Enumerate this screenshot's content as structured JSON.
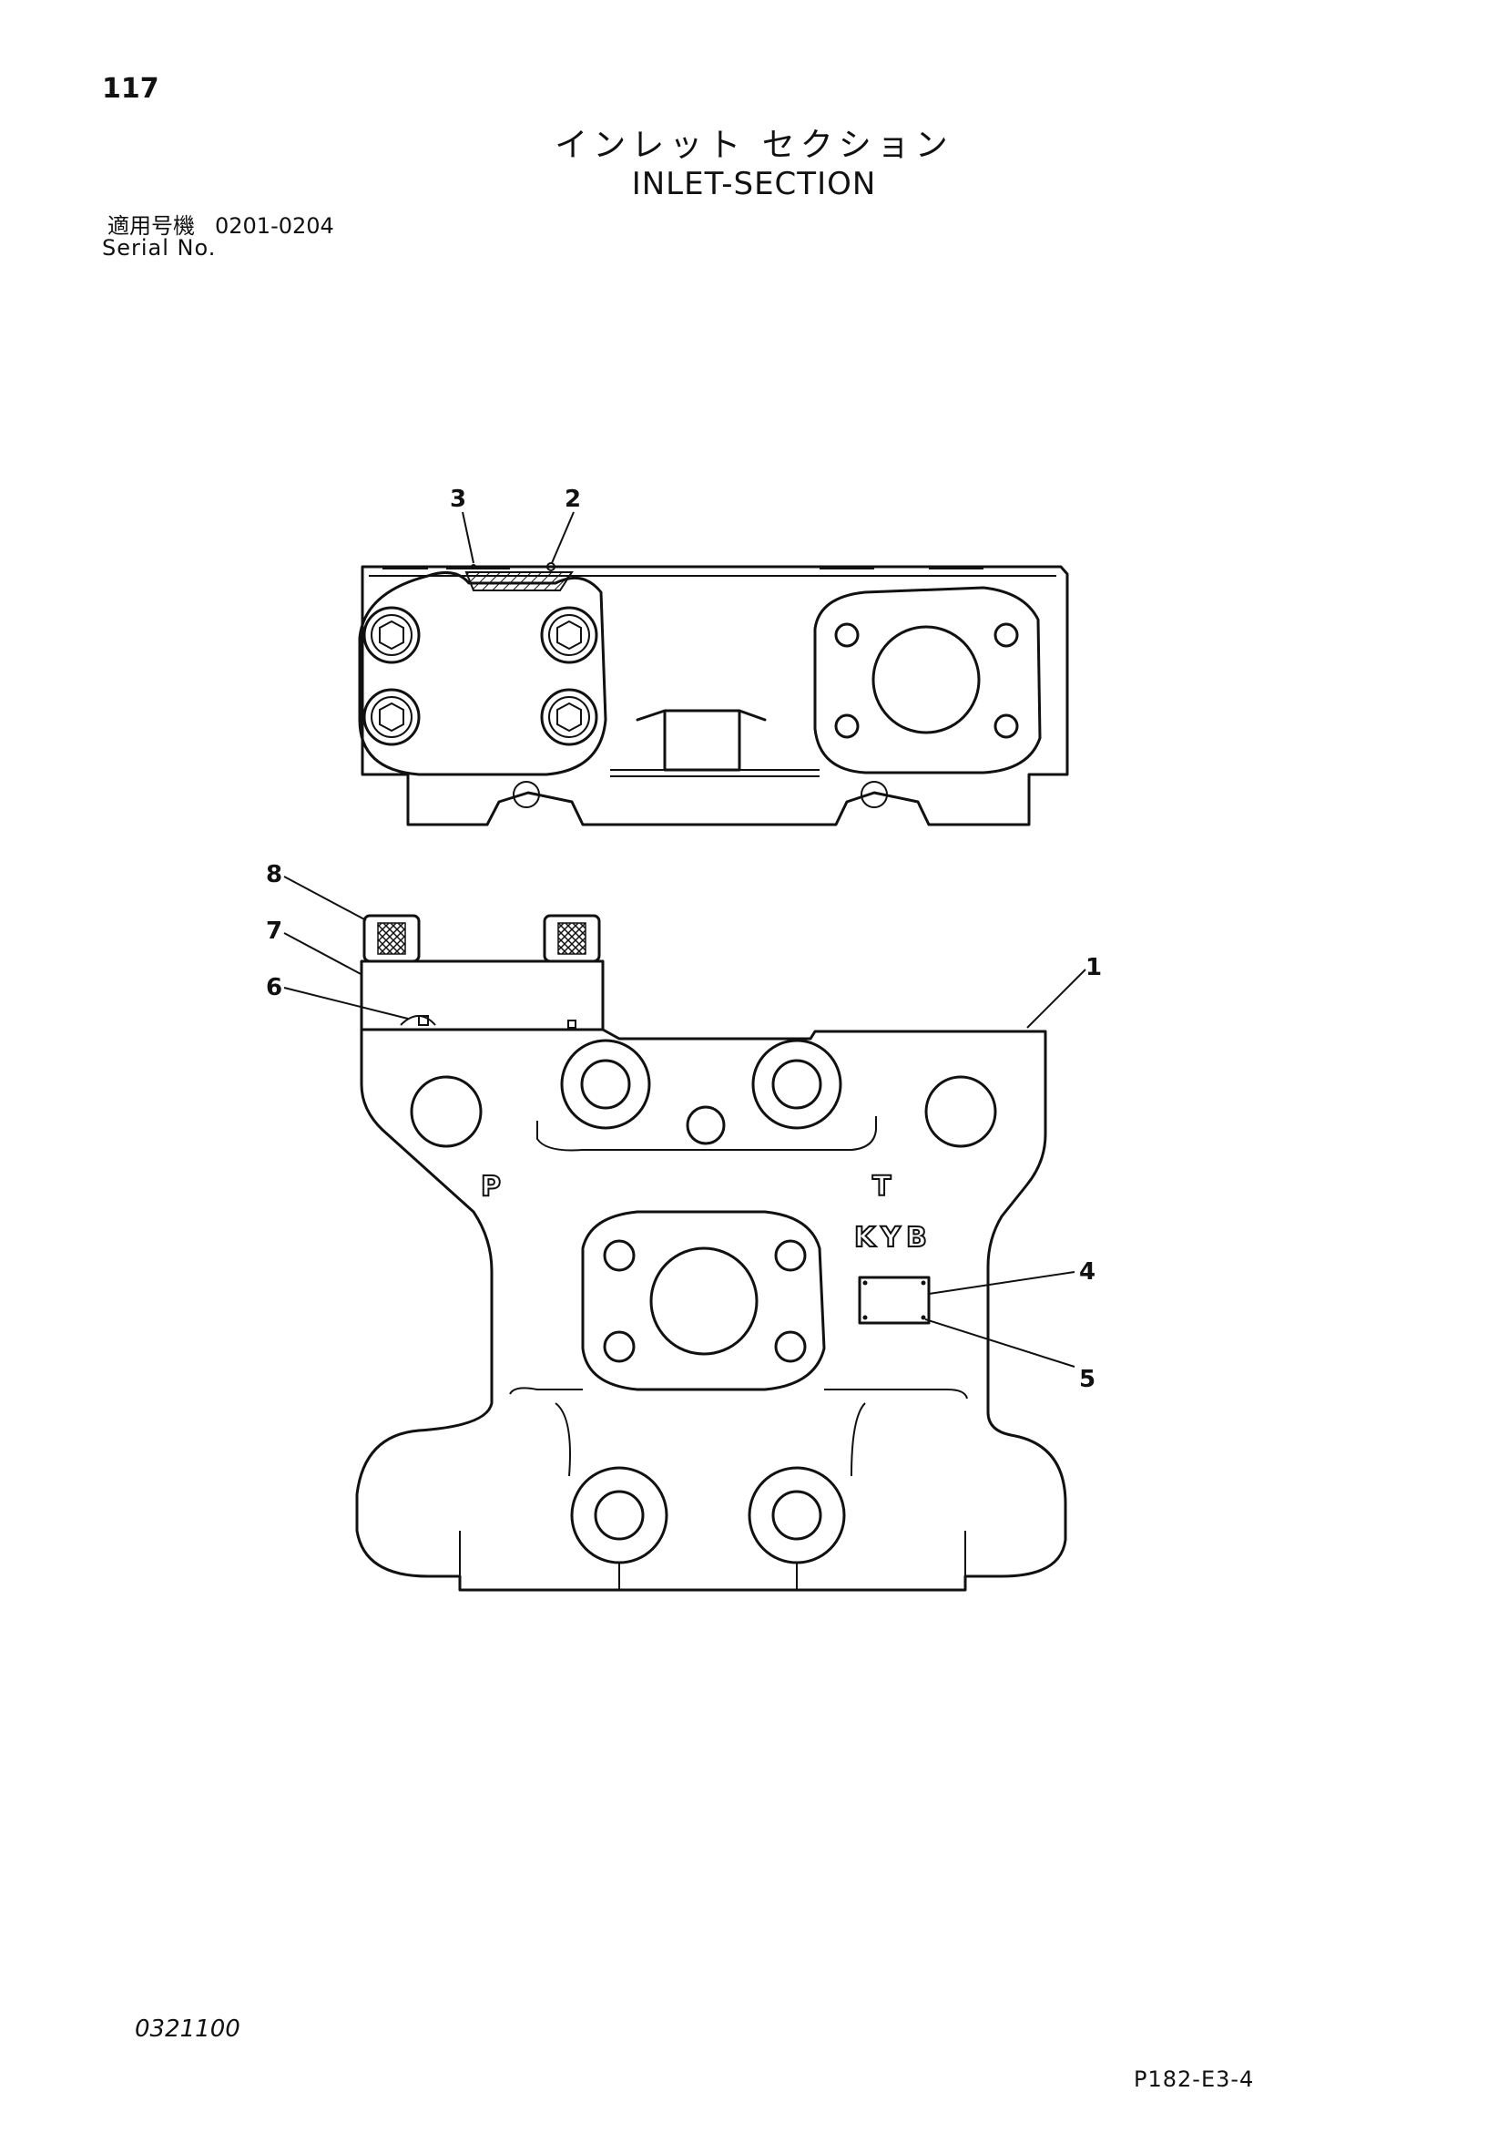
{
  "header": {
    "page_number": "117",
    "title_jp": "インレット セクション",
    "title_en": "INLET-SECTION",
    "applicable_label": "適用号機",
    "serial_range": "0201-0204",
    "serial_label": "Serial No."
  },
  "diagram": {
    "embossed_labels": {
      "p_port": "P",
      "t_port": "T",
      "maker": "KYB"
    },
    "callouts": [
      {
        "id": "1",
        "label": "1"
      },
      {
        "id": "2",
        "label": "2"
      },
      {
        "id": "3",
        "label": "3"
      },
      {
        "id": "4",
        "label": "4"
      },
      {
        "id": "5",
        "label": "5"
      },
      {
        "id": "6",
        "label": "6"
      },
      {
        "id": "7",
        "label": "7"
      },
      {
        "id": "8",
        "label": "8"
      }
    ]
  },
  "footer": {
    "code": "0321100",
    "page_ref": "P182-E3-4"
  }
}
